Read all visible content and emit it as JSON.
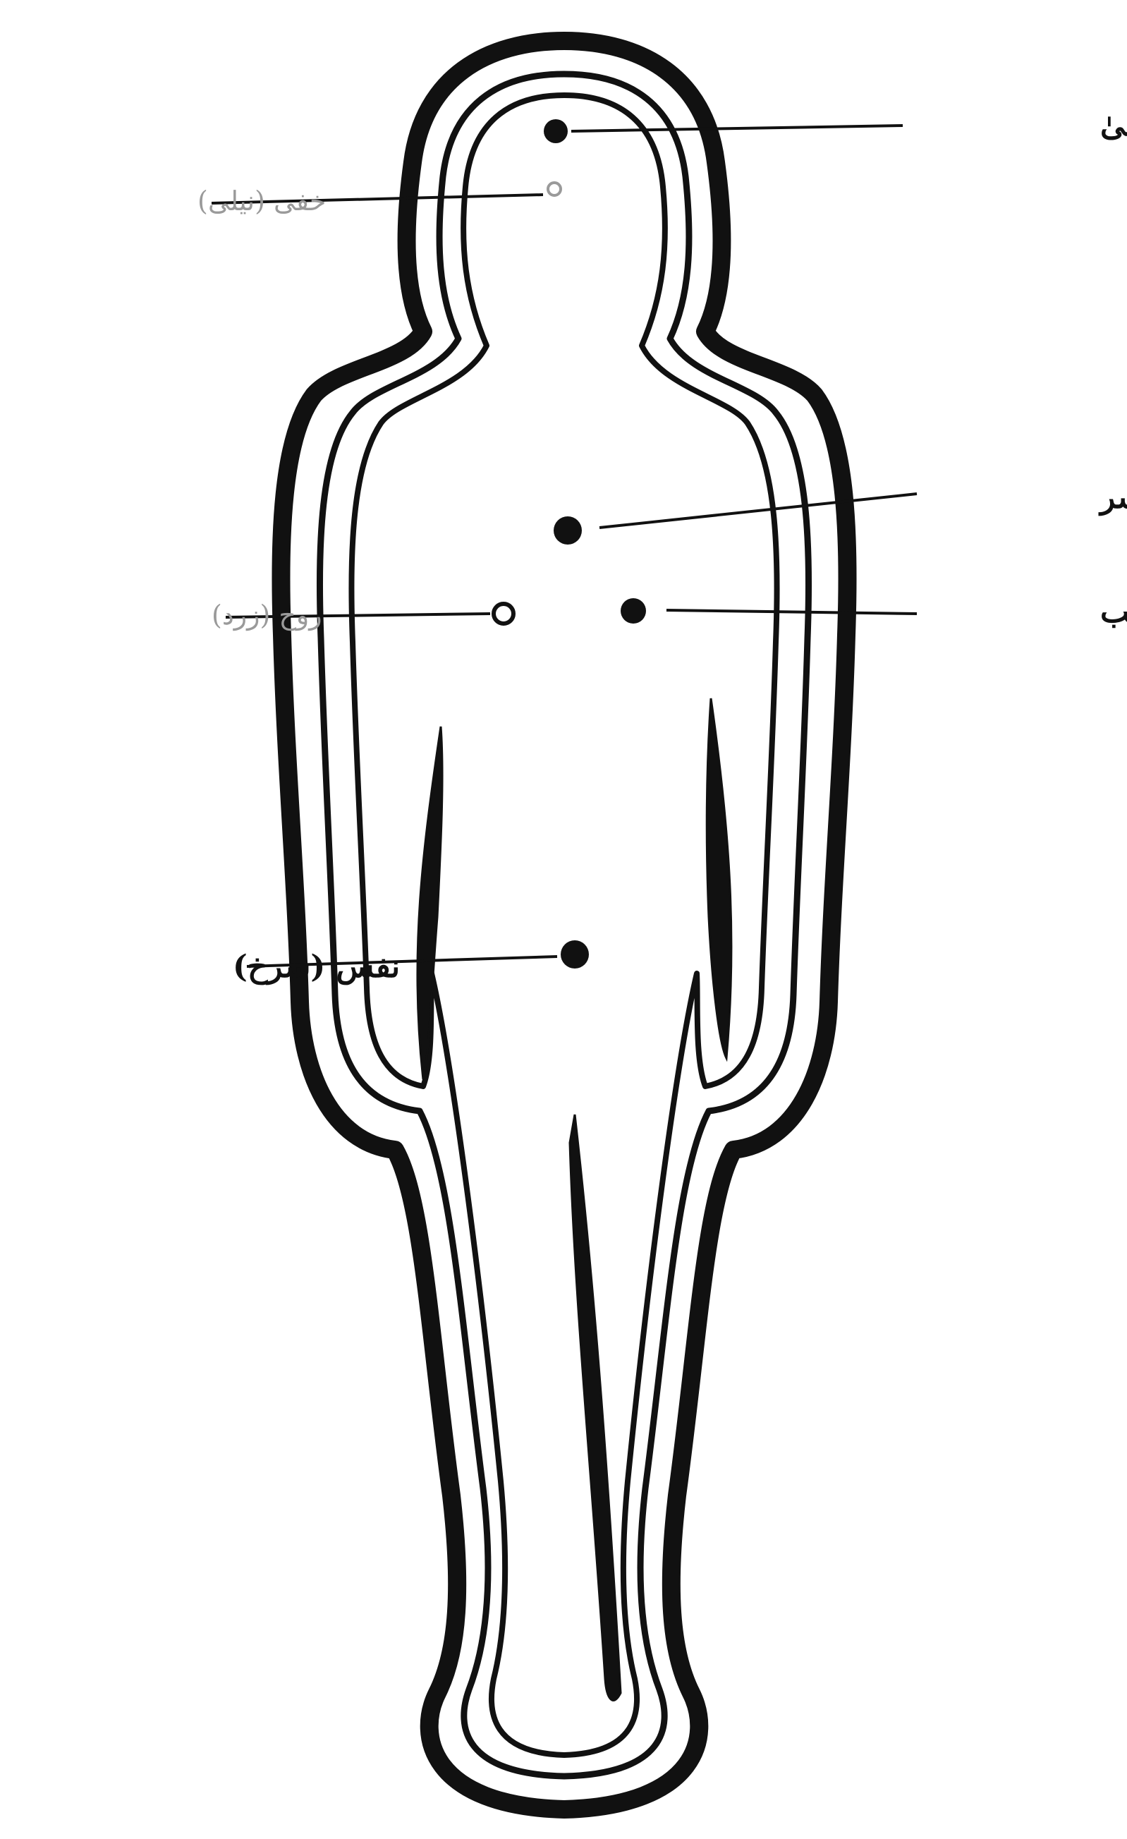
{
  "diagram": {
    "labels": {
      "akhfa": "(بنفشی) اخفیٰ",
      "khafi": "خفی (نیلی)",
      "sirr": "(سبز) سر",
      "ruh": "روح (زرد)",
      "qalb": "(زردی) قلب",
      "nafs": "نفس (سرخ)"
    },
    "colors": {
      "ink": "#111111",
      "faint": "#9a9a9a",
      "paper": "#ffffff"
    }
  }
}
